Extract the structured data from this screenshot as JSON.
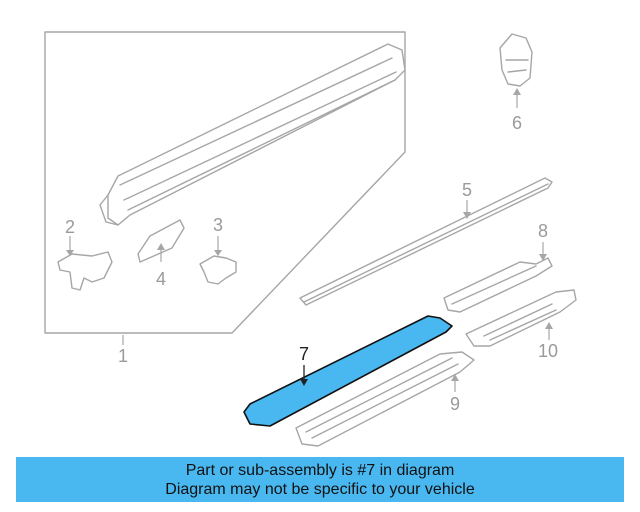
{
  "diagram": {
    "callouts": [
      "1",
      "2",
      "3",
      "4",
      "5",
      "6",
      "7",
      "8",
      "9",
      "10"
    ],
    "highlighted_part": "7",
    "highlight_color": "#4ab8f0",
    "part_color": "#a6a6a6"
  },
  "banner": {
    "line1": "Part or sub-assembly is #7 in diagram",
    "line2": "Diagram may not be specific to your vehicle",
    "color": "#4ab8f0"
  }
}
